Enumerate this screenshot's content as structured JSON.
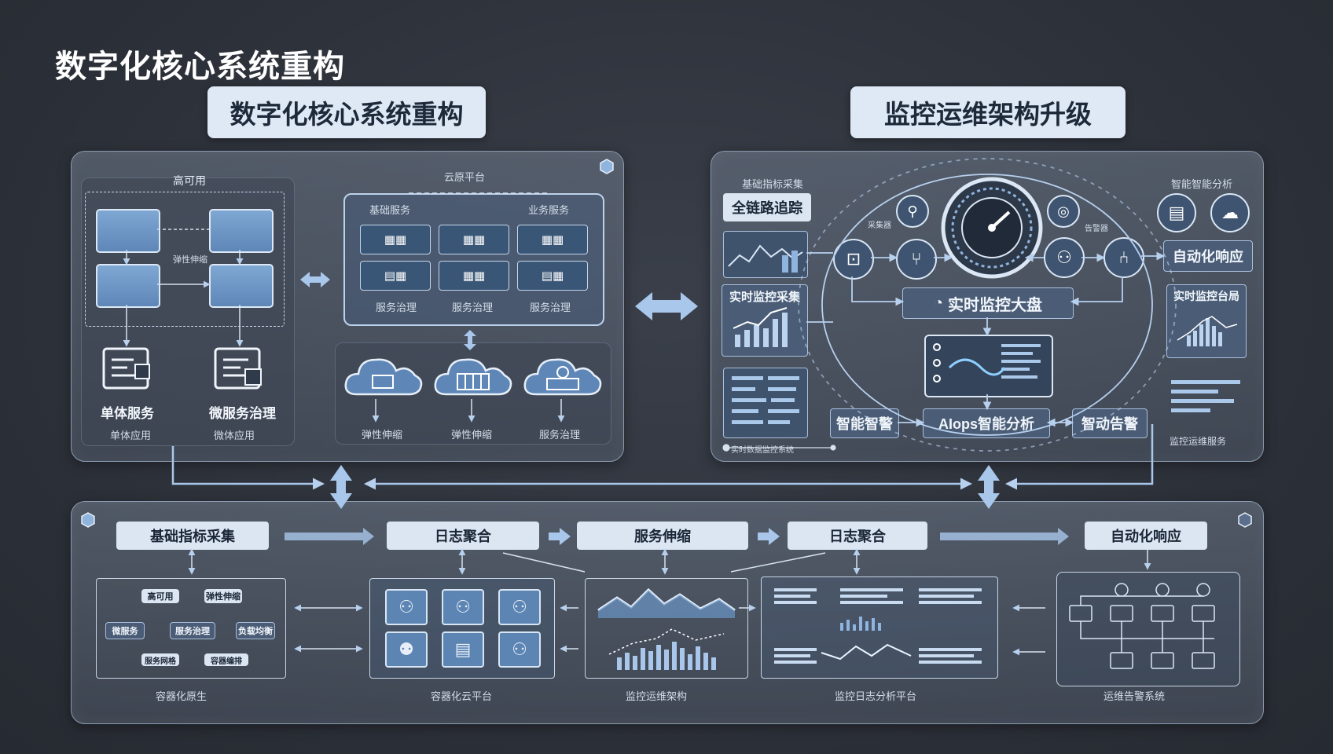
{
  "page_title": "数字化核心系统重构",
  "left_section": {
    "title": "数字化核心系统重构",
    "ha_group": {
      "label": "高可用",
      "mid_label": "弹性伸缩"
    },
    "monolith": {
      "label": "单体服务",
      "sub": "单体应用"
    },
    "microservice": {
      "label": "微服务治理",
      "sub": "微体应用"
    },
    "cloud_platform": {
      "label": "云原平台",
      "group_left": "基础服务",
      "group_right": "业务服务",
      "services": [
        "服务治理",
        "服务治理",
        "服务治理"
      ],
      "cloud_labels": [
        "弹性伸缩",
        "弹性伸缩",
        "服务治理"
      ]
    }
  },
  "right_section": {
    "title": "监控运维架构升级",
    "top_left_label": "基础指标采集",
    "top_right_label": "智能智能分析",
    "full_trace": "全链路追踪",
    "realtime_collect": "实时监控采集",
    "dashboard": "实时监控大盘",
    "auto_response": "自动化响应",
    "realtime_platform": "实时监控台局",
    "smart_alert": "智能智警",
    "aiops": "AIops智能分析",
    "auto_alert": "智动告警",
    "bottom_right_label": "监控运维服务",
    "left_mini_label": "采集器",
    "right_mini_label": "告警器",
    "bottom_timeline": "实时数据监控系统"
  },
  "bottom_section": {
    "steps": [
      "基础指标采集",
      "日志聚合",
      "服务伸缩",
      "日志聚合",
      "自动化响应"
    ],
    "boxes": [
      "容器化原生",
      "容器化云平台",
      "监控运维架构",
      "监控日志分析平台",
      "运维告警系统"
    ],
    "ha_box": {
      "tags": [
        "高可用",
        "弹性伸缩",
        "微服务",
        "服务治理",
        "负载均衡",
        "服务网格",
        "容器编排"
      ]
    }
  },
  "colors": {
    "accent": "#5e87b8",
    "panel_border": "#8a99ad",
    "arrow": "#a9c7ea",
    "heading_bg": "#dfe9f6"
  }
}
